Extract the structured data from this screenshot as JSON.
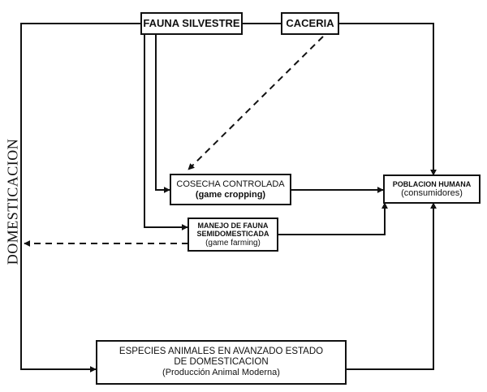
{
  "nodes": {
    "fauna_silvestre": {
      "text": "FAUNA SILVESTRE"
    },
    "caceria": {
      "text": "CACERIA"
    },
    "cosecha": {
      "line1": "COSECHA CONTROLADA",
      "line2": "(game cropping)"
    },
    "poblacion": {
      "line1": "POBLACION HUMANA",
      "line2": "(consumidores)"
    },
    "manejo": {
      "line1": "MANEJO DE FAUNA",
      "line2": "SEMIDOMESTICADA",
      "line3": "(game farming)"
    },
    "especies": {
      "line1": "ESPECIES ANIMALES EN AVANZADO ESTADO",
      "line2": "DE DOMESTICACION",
      "line3": "(Producción Animal Moderna)"
    }
  },
  "side_label": "DOMESTICACION",
  "colors": {
    "line": "#111111",
    "background": "#ffffff"
  }
}
